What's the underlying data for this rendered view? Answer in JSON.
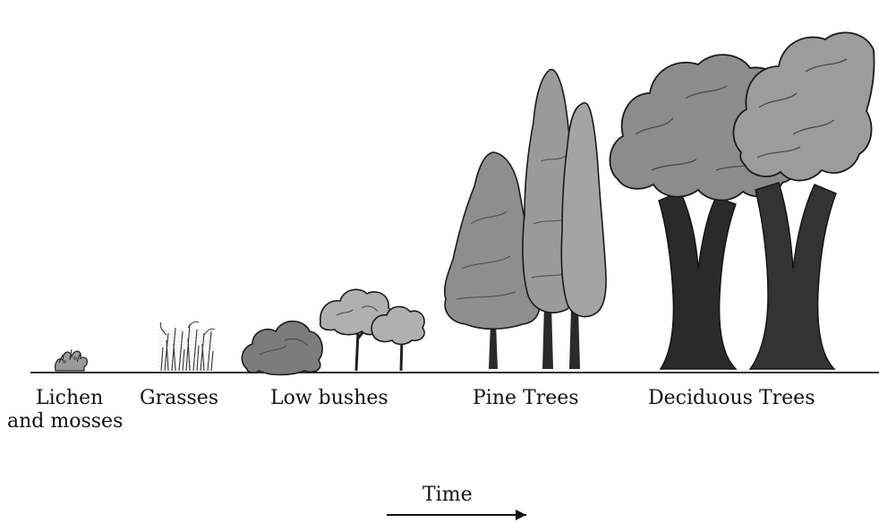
{
  "stages": [
    {
      "line1": "Lichen",
      "line2": "and mosses"
    },
    {
      "line1": "Grasses"
    },
    {
      "line1": "Low bushes"
    },
    {
      "line1": "Pine Trees"
    },
    {
      "line1": "Deciduous Trees"
    }
  ],
  "axis": {
    "label": "Time"
  },
  "colors": {
    "ground": "#333333",
    "foliage_light": "#a9a9a9",
    "foliage_mid": "#8a8a8a",
    "foliage_dark": "#6e6e6e",
    "trunk": "#2a2a2a",
    "outline": "#1a1a1a"
  }
}
